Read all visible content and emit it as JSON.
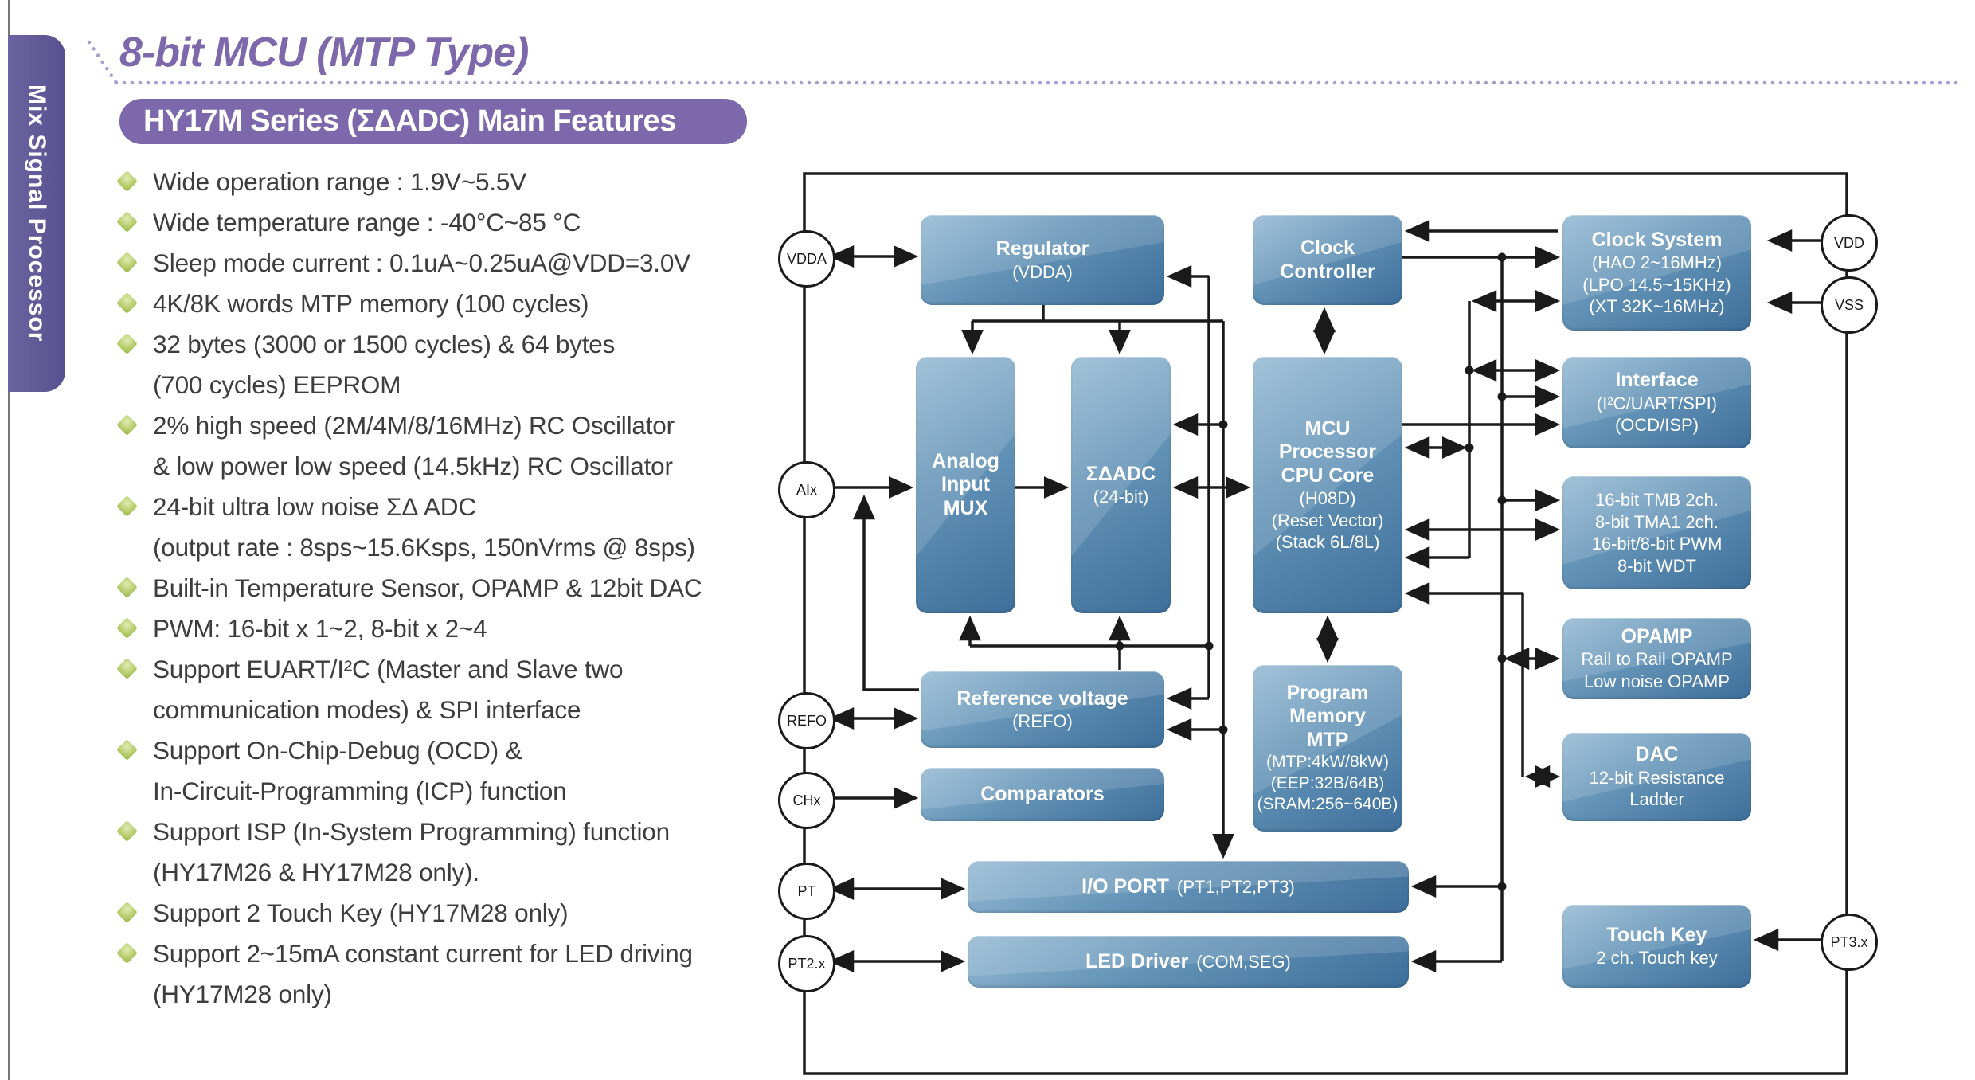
{
  "page": {
    "title": "8-bit MCU (MTP Type)",
    "sidebar_label": "Mix Signal Processor",
    "banner": "HY17M Series (ΣΔADC) Main Features"
  },
  "colors": {
    "accent_purple": "#7c68aa",
    "block_blue_dark": "#3e6f9b",
    "block_blue_light": "#93b9d2",
    "bullet_green": "#b5cc6a",
    "wire_black": "#1a1a1a"
  },
  "features": [
    [
      "Wide operation range : 1.9V~5.5V"
    ],
    [
      "Wide temperature range : -40°C~85 °C"
    ],
    [
      "Sleep mode current : 0.1uA~0.25uA@VDD=3.0V"
    ],
    [
      "4K/8K words MTP memory (100 cycles)"
    ],
    [
      "32 bytes (3000 or 1500 cycles) & 64 bytes",
      "(700 cycles) EEPROM"
    ],
    [
      "2% high speed (2M/4M/8/16MHz) RC Oscillator",
      "& low power low speed (14.5kHz) RC Oscillator"
    ],
    [
      "24-bit ultra low noise ΣΔ ADC",
      "(output rate : 8sps~15.6Ksps, 150nVrms @ 8sps)"
    ],
    [
      "Built-in Temperature Sensor, OPAMP & 12bit DAC"
    ],
    [
      "PWM: 16-bit x 1~2, 8-bit x 2~4"
    ],
    [
      "Support EUART/I²C (Master and Slave two",
      "communication modes) & SPI interface"
    ],
    [
      "Support On-Chip-Debug (OCD) &",
      "In-Circuit-Programming (ICP) function"
    ],
    [
      "Support ISP (In-System Programming) function",
      "(HY17M26 & HY17M28 only)."
    ],
    [
      "Support 2 Touch Key (HY17M28 only)"
    ],
    [
      "Support 2~15mA constant current for LED driving",
      "(HY17M28 only)"
    ]
  ],
  "diagram": {
    "ports": {
      "vdda": "VDDA",
      "aix": "AIx",
      "refo": "REFO",
      "chx": "CHx",
      "pt": "PT",
      "pt2x": "PT2.x",
      "vdd": "VDD",
      "vss": "VSS",
      "pt3x": "PT3.x"
    },
    "blocks": {
      "regulator": {
        "title": "Regulator",
        "sub": "(VDDA)"
      },
      "clock_controller": {
        "title": "Clock\nController"
      },
      "clock_system": {
        "title": "Clock System",
        "lines": [
          "(HAO 2~16MHz)",
          "(LPO 14.5~15KHz)",
          "(XT 32K~16MHz)"
        ]
      },
      "analog_mux": {
        "title": "Analog\nInput\nMUX"
      },
      "adc": {
        "title": "ΣΔADC",
        "sub": "(24-bit)"
      },
      "mcu": {
        "title": "MCU\nProcessor\nCPU Core",
        "lines": [
          "(H08D)",
          "(Reset Vector)",
          "(Stack 6L/8L)"
        ]
      },
      "interface": {
        "title": "Interface",
        "lines": [
          "(I²C/UART/SPI)",
          "(OCD/ISP)"
        ]
      },
      "timers": {
        "lines": [
          "16-bit TMB 2ch.",
          "8-bit TMA1 2ch.",
          "16-bit/8-bit PWM",
          "8-bit WDT"
        ]
      },
      "opamp": {
        "title": "OPAMP",
        "lines": [
          "Rail to Rail OPAMP",
          "Low noise OPAMP"
        ]
      },
      "dac": {
        "title": "DAC",
        "lines": [
          "12-bit Resistance",
          "Ladder"
        ]
      },
      "ref_voltage": {
        "title": "Reference voltage",
        "sub": "(REFO)"
      },
      "comparators": {
        "title": "Comparators"
      },
      "prog_mem": {
        "title": "Program\nMemory\nMTP",
        "lines": [
          "(MTP:4kW/8kW)",
          "(EEP:32B/64B)",
          "(SRAM:256~640B)"
        ]
      },
      "io_port": {
        "title": "I/O PORT",
        "sub": "(PT1,PT2,PT3)"
      },
      "led_driver": {
        "title": "LED Driver",
        "sub": "(COM,SEG)"
      },
      "touch_key": {
        "title": "Touch Key",
        "sub": "2 ch. Touch key"
      }
    }
  }
}
